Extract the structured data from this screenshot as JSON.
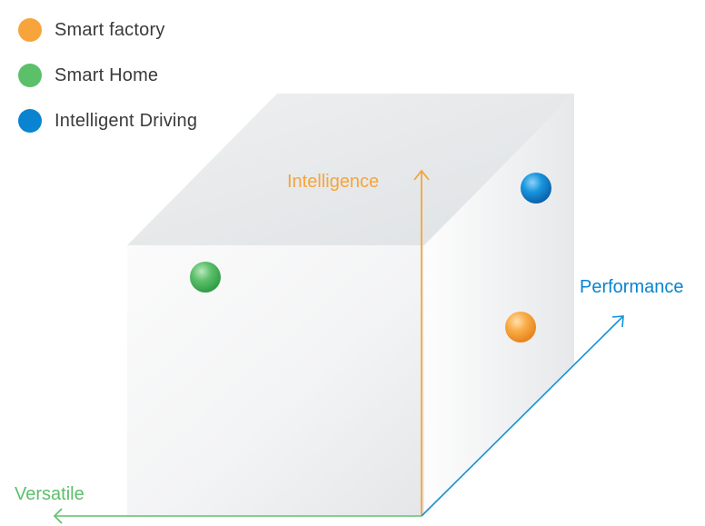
{
  "legend": {
    "items": [
      {
        "label": "Smart factory",
        "color": "#f7a43b"
      },
      {
        "label": "Smart Home",
        "color": "#5cbf6a"
      },
      {
        "label": "Intelligent Driving",
        "color": "#0a84d0"
      }
    ]
  },
  "axes": {
    "intelligence": {
      "label": "Intelligence",
      "color": "#f7a43b"
    },
    "performance": {
      "label": "Performance",
      "color": "#0a84d0"
    },
    "versatile": {
      "label": "Versatile",
      "color": "#5cbf6a"
    }
  },
  "markers": [
    {
      "category": "Smart Home",
      "face": "front",
      "color": "#5cbf6a"
    },
    {
      "category": "Intelligent Driving",
      "face": "side",
      "color": "#0a84d0"
    },
    {
      "category": "Smart factory",
      "face": "side",
      "color": "#f7a43b"
    }
  ]
}
